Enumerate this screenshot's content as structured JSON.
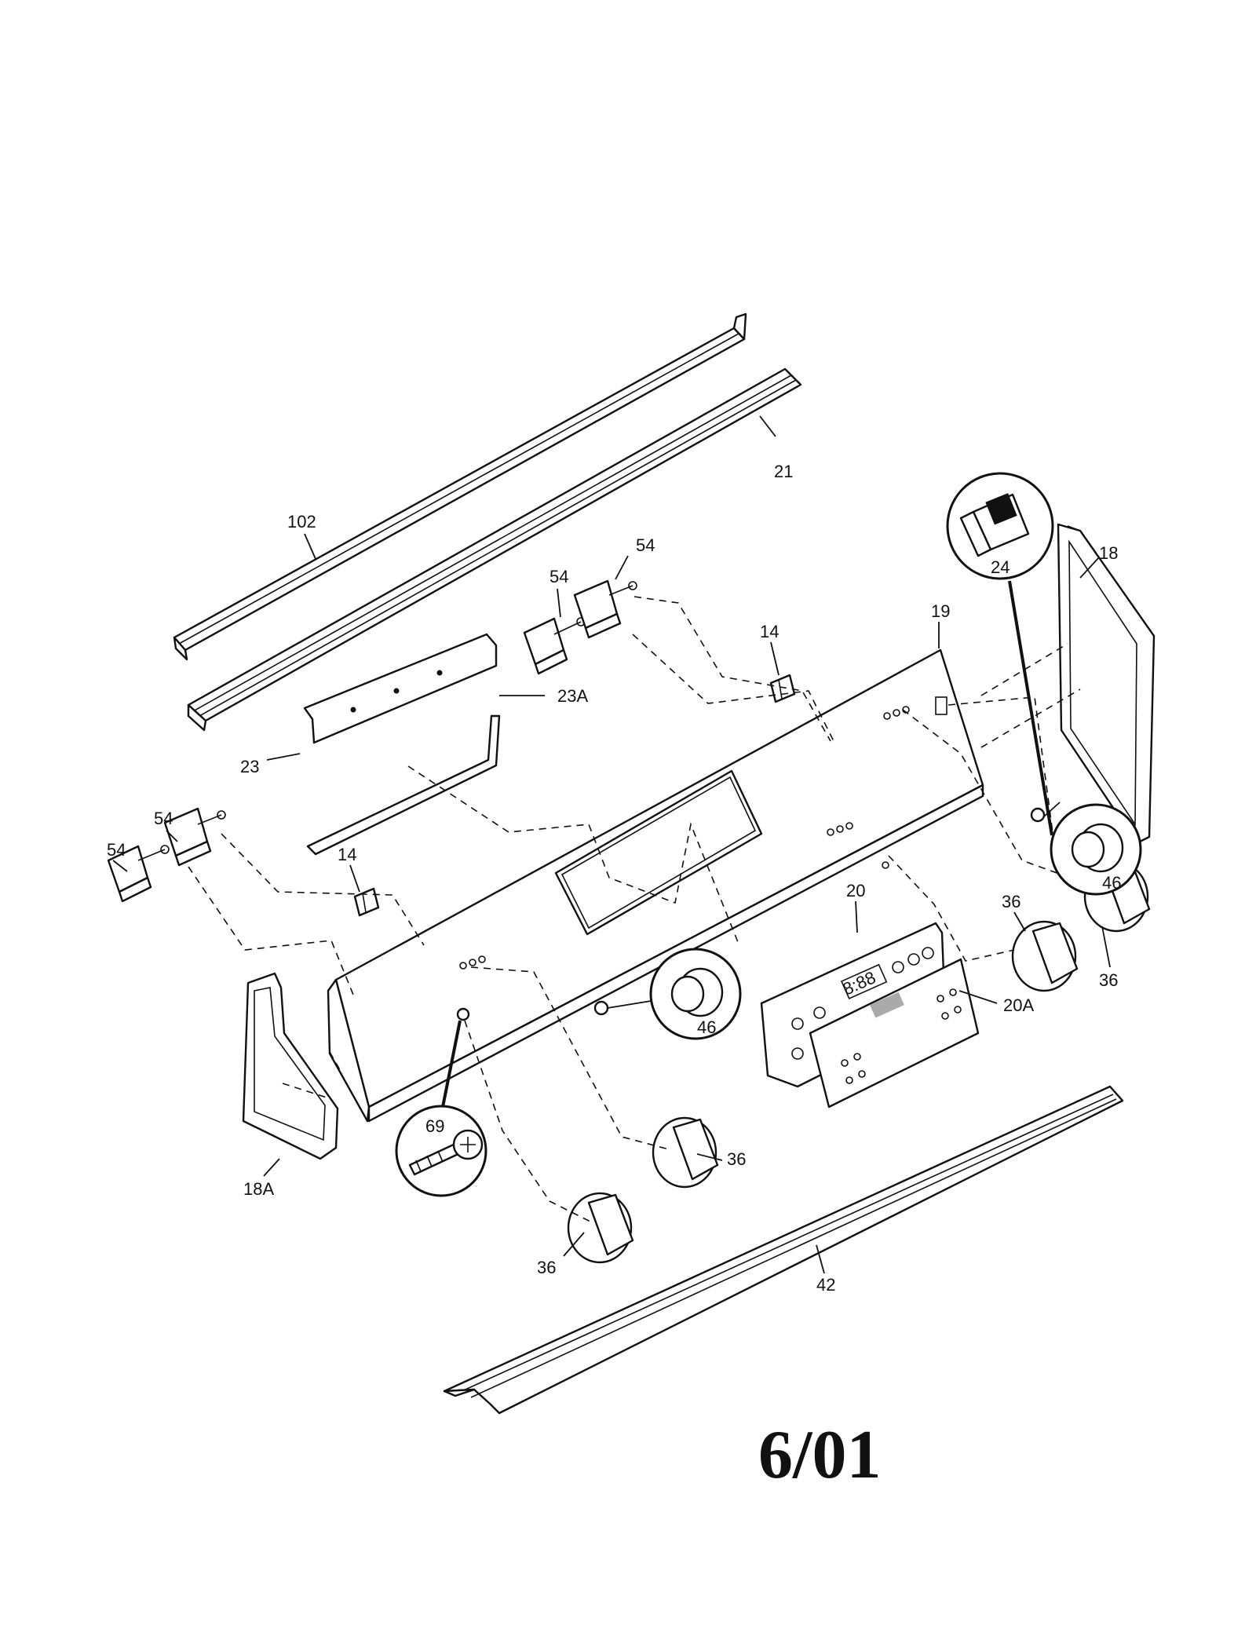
{
  "labels": {
    "p102": "102",
    "p21": "21",
    "p54a": "54",
    "p54b": "54",
    "p54c": "54",
    "p54d": "54",
    "p14a": "14",
    "p14b": "14",
    "p23": "23",
    "p23A": "23A",
    "p24": "24",
    "p18": "18",
    "p19": "19",
    "p46a": "46",
    "p46b": "46",
    "p20": "20",
    "p20A": "20A",
    "p36a": "36",
    "p36b": "36",
    "p36c": "36",
    "p36d": "36",
    "p18A": "18A",
    "p69": "69",
    "p42": "42"
  },
  "date_code": "6/01"
}
